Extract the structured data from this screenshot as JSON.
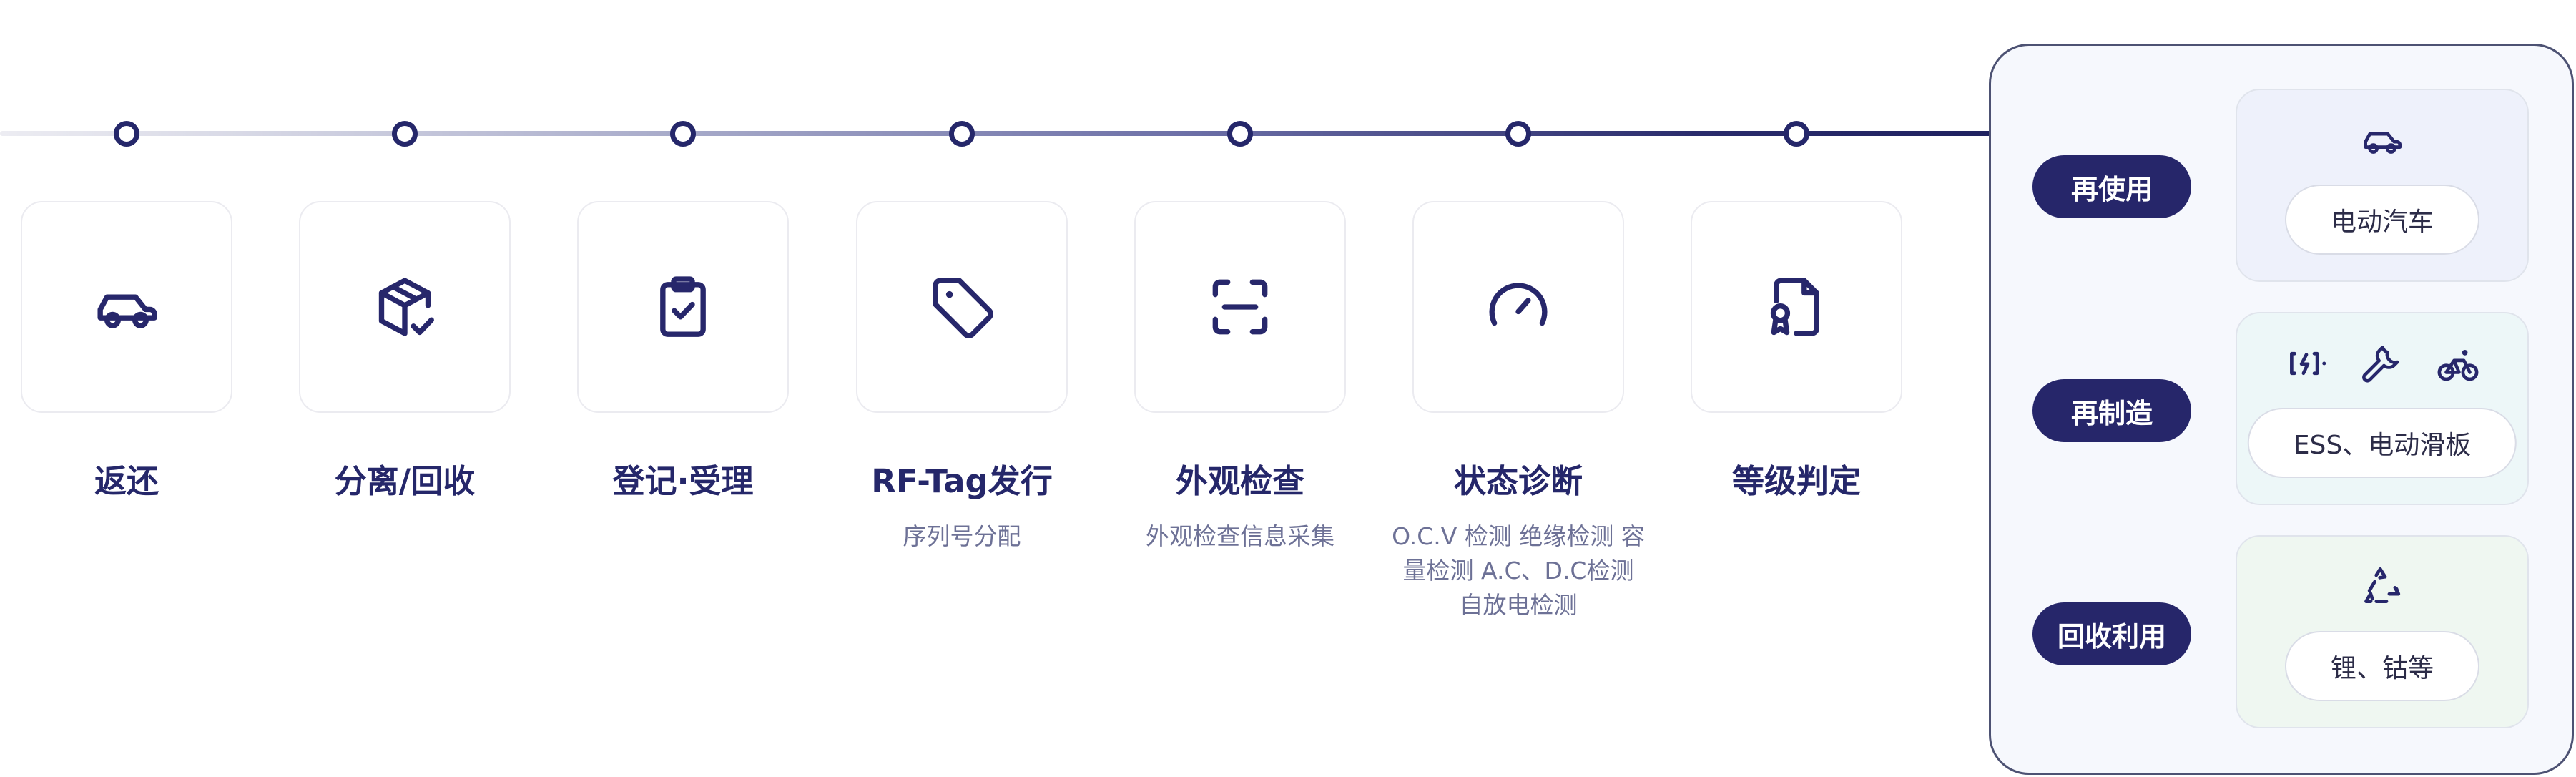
{
  "steps": [
    {
      "title": "返还",
      "subtitle": "",
      "icon": "car-icon"
    },
    {
      "title": "分离/回收",
      "subtitle": "",
      "icon": "box-check-icon"
    },
    {
      "title": "登记·受理",
      "subtitle": "",
      "icon": "clipboard-check-icon"
    },
    {
      "title": "RF-Tag发行",
      "subtitle": "序列号分配",
      "icon": "tag-icon"
    },
    {
      "title": "外观检查",
      "subtitle": "外观检查信息采集",
      "icon": "scan-icon"
    },
    {
      "title": "状态诊断",
      "subtitle": "O.C.V 检测 绝缘检测 容量检测 A.C、D.C检测 自放电检测",
      "icon": "gauge-icon"
    },
    {
      "title": "等级判定",
      "subtitle": "",
      "icon": "certificate-icon"
    }
  ],
  "outcomes": [
    {
      "label": "再使用",
      "chip": "电动汽车",
      "icons": [
        "car-icon"
      ],
      "bg": "#eef1fb"
    },
    {
      "label": "再制造",
      "chip": "ESS、电动滑板",
      "icons": [
        "battery-charge-icon",
        "wrench-icon",
        "bicycle-icon"
      ],
      "bg": "#edf7f8"
    },
    {
      "label": "回收利用",
      "chip": "锂、钴等",
      "icons": [
        "recycle-icon"
      ],
      "bg": "#eff7f1"
    }
  ],
  "colors": {
    "accent": "#26266a",
    "text_muted": "#6d7196",
    "panel_border": "#4d5273"
  }
}
